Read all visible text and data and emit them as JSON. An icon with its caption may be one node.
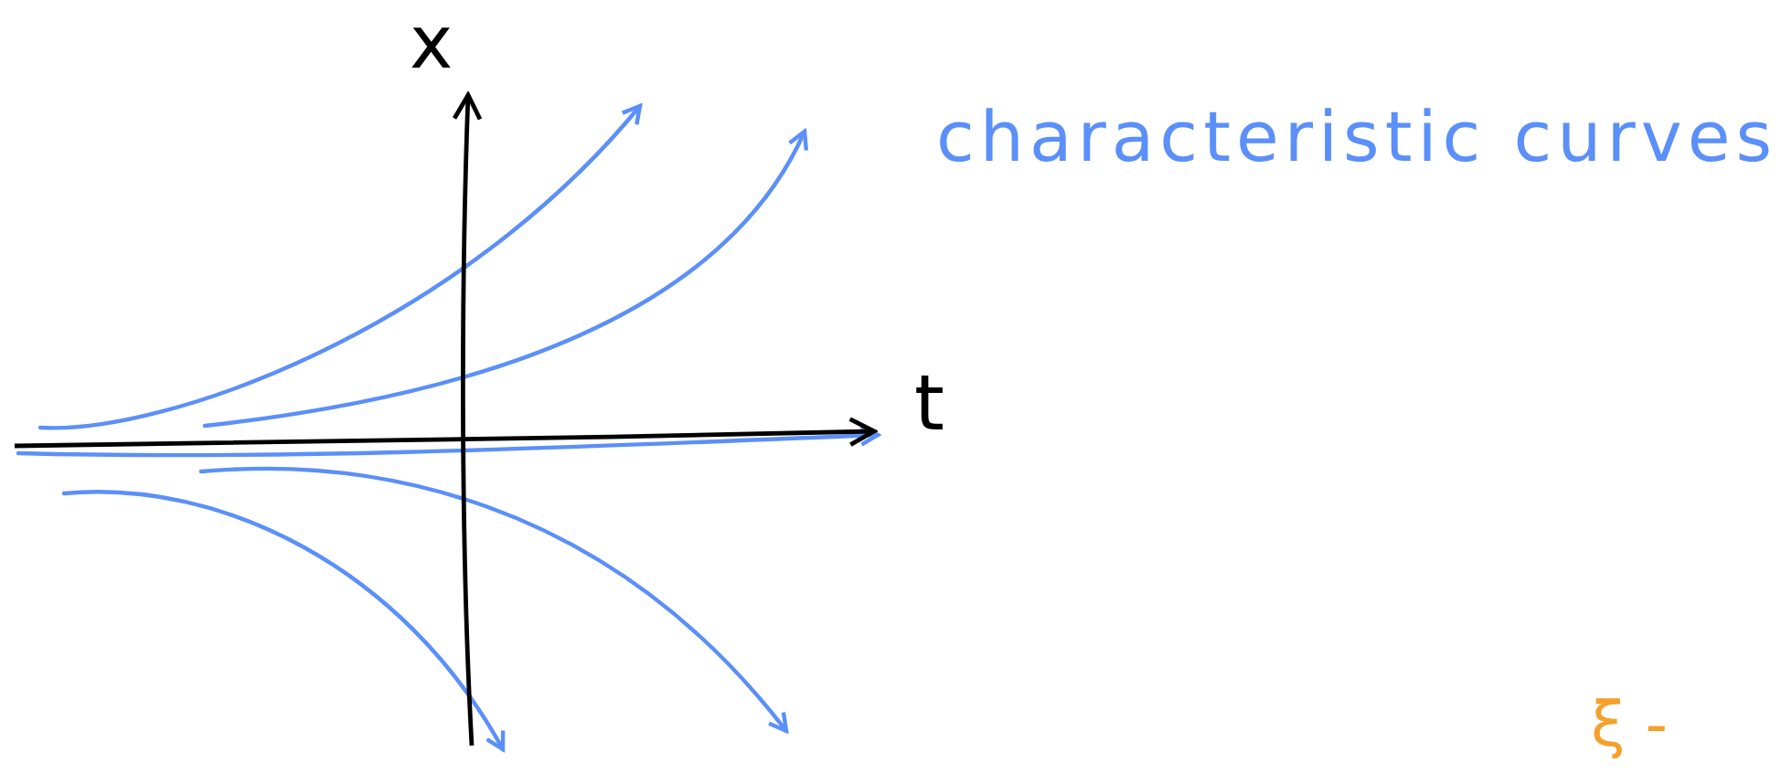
{
  "diagram": {
    "labels": [
      "x",
      "t",
      "characteristic curves",
      "ξ -"
    ]
  }
}
